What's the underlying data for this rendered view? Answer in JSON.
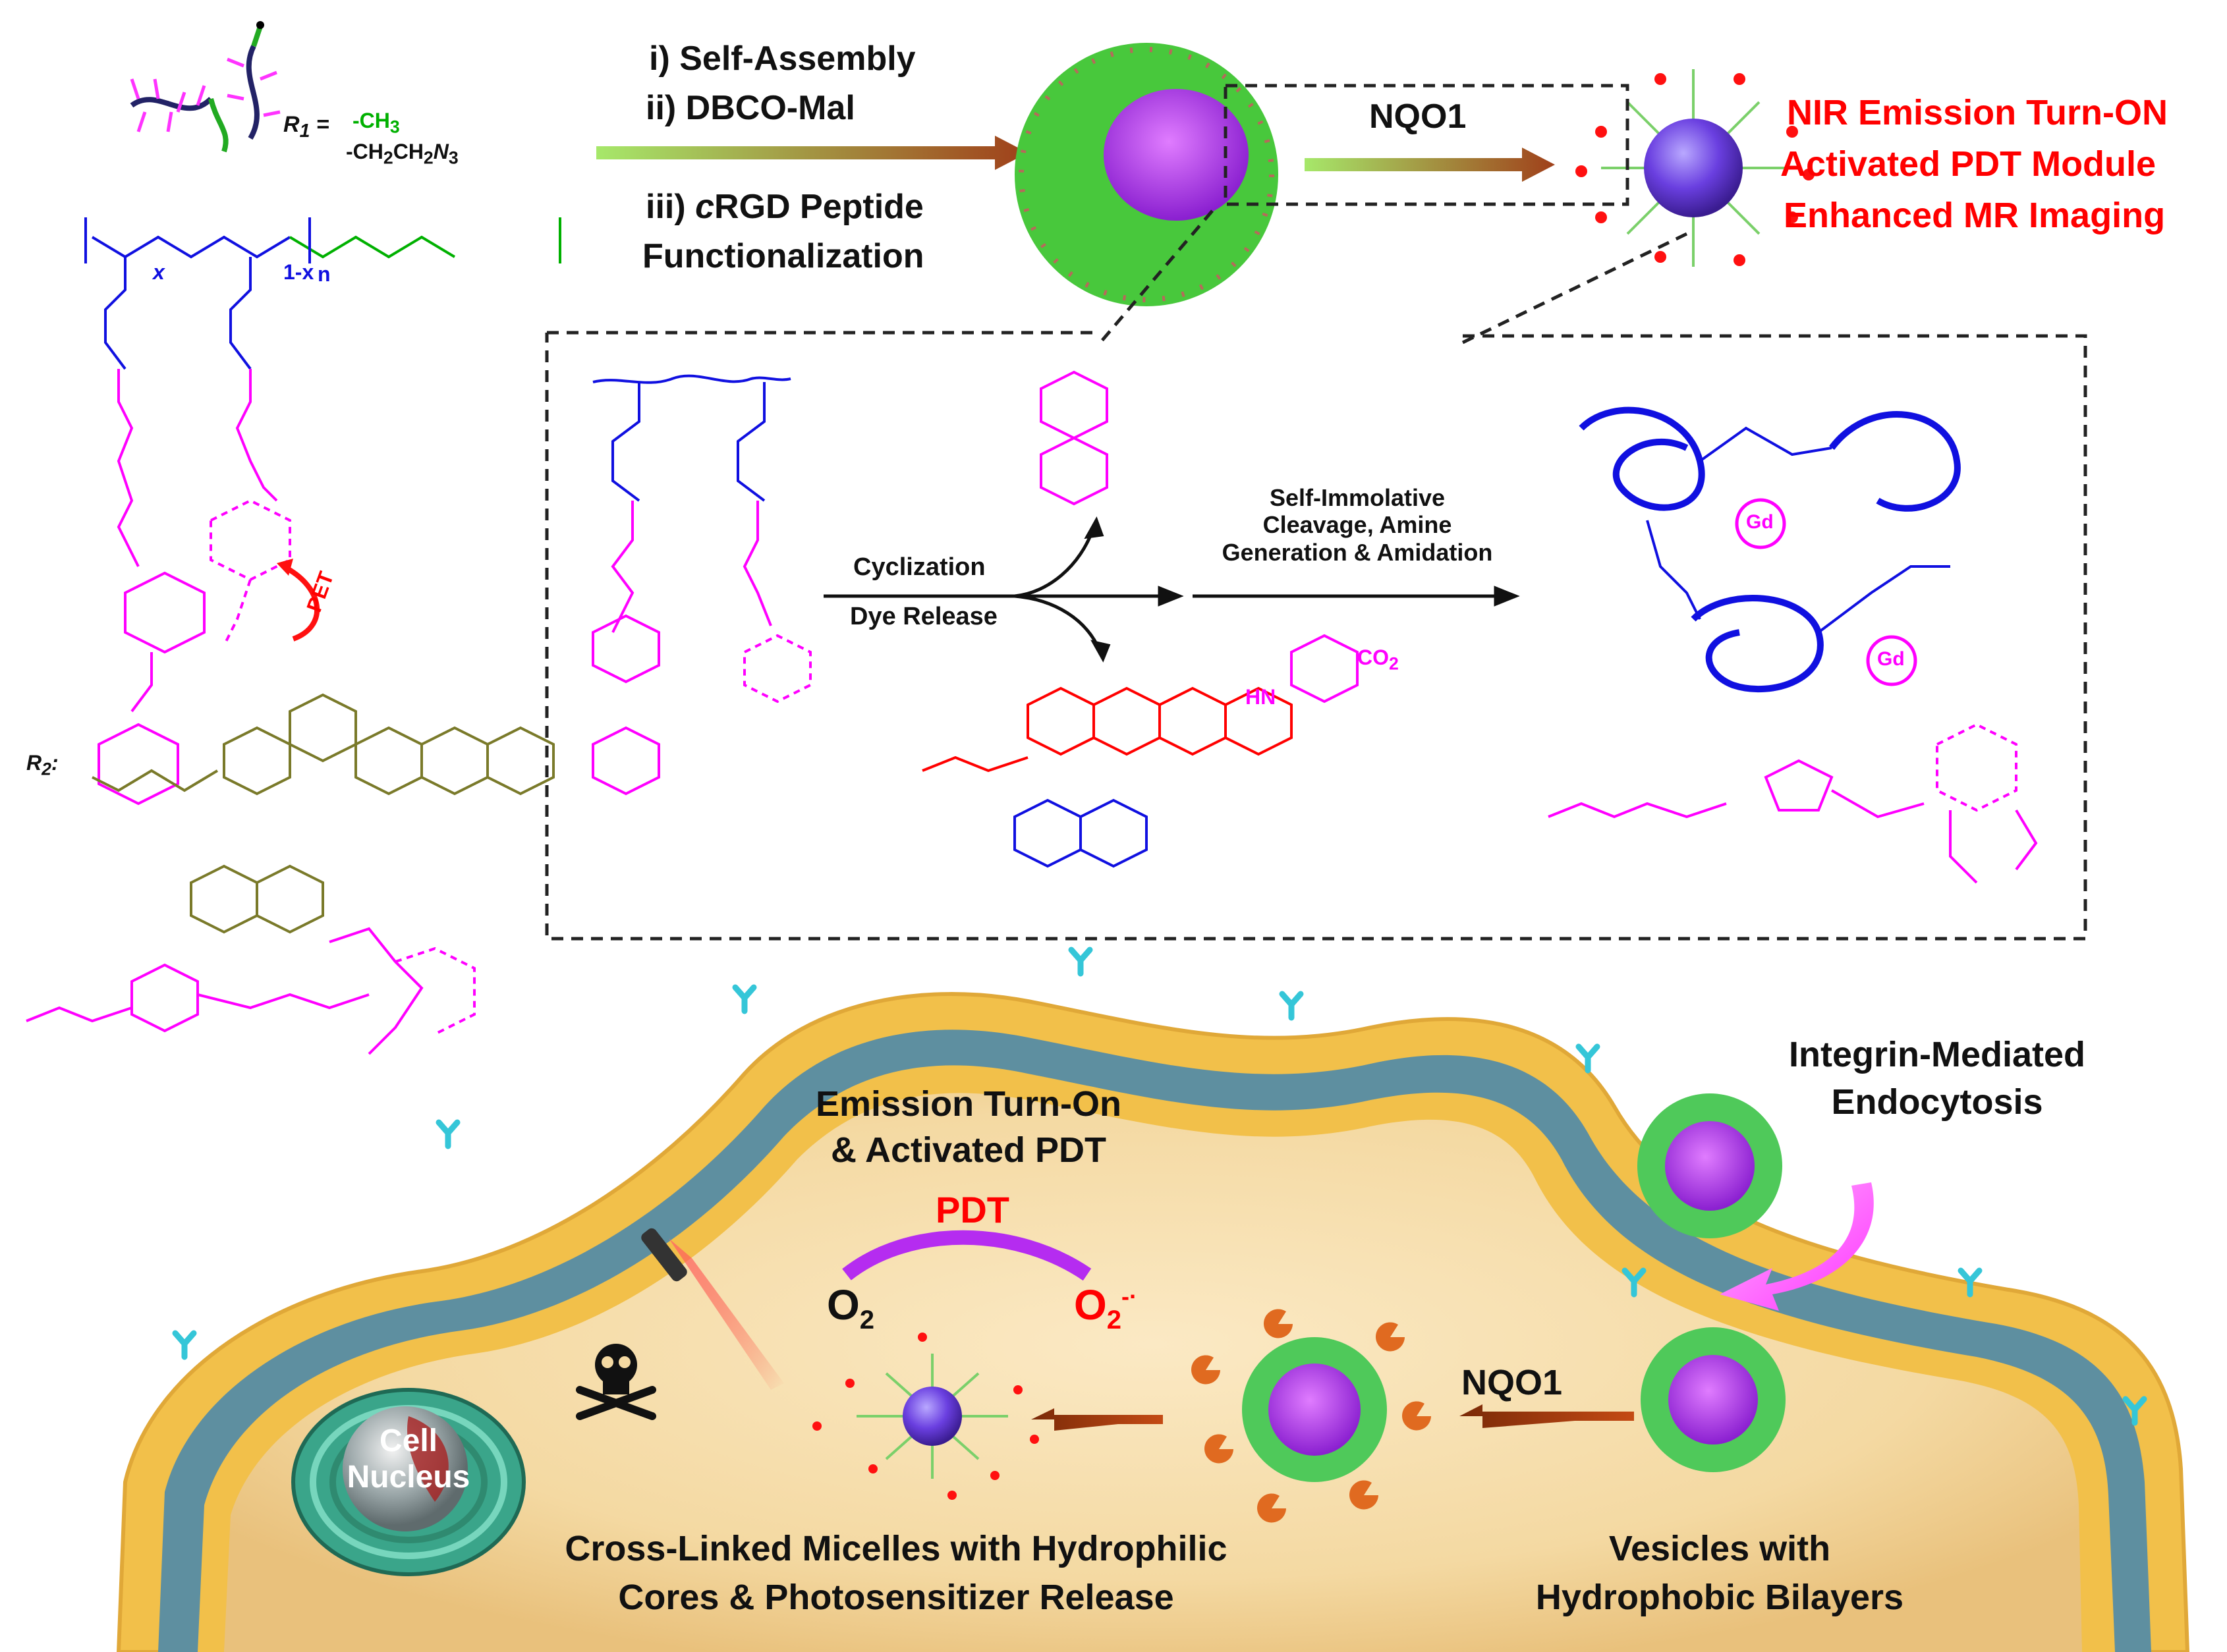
{
  "steps": {
    "s1": "i) Self-Assembly",
    "s2": "ii) DBCO-Mal",
    "s3a": "iii) ",
    "s3b": "c",
    "s3c": "RGD Peptide",
    "s4": "Functionalization"
  },
  "nqo1_top": "NQO1",
  "outcomes": [
    "NIR Emission Turn-ON",
    "Activated PDT Module",
    "Enhanced MR Imaging"
  ],
  "r1": {
    "label": "R",
    "sub": "1",
    "eq": " =",
    "opt1": "-CH",
    "opt1_sub": "3",
    "opt2": "-CH",
    "opt2_sub": "2",
    "opt2b": "CH",
    "opt2b_sub": "2",
    "opt2c": "N",
    "opt2c_sub": "3"
  },
  "r2_label": "R",
  "r2_sub": "2",
  "r2_colon": ":",
  "polymer": {
    "x": "x",
    "one_minus_x": "1-x",
    "n": "n",
    "pet": "PET"
  },
  "mechanism": {
    "cyclization": "Cyclization",
    "dye_release": "Dye Release",
    "self_imm_1": "Self-Immolative",
    "self_imm_2": "Cleavage, Amine",
    "self_imm_3": "Generation & Amidation",
    "gd": "Gd",
    "co2": "CO",
    "co2_sub": "2",
    "hn": "HN"
  },
  "cell": {
    "emission_1": "Emission Turn-On",
    "emission_2": "& Activated PDT",
    "pdt": "PDT",
    "o2": "O",
    "o2_sub": "2",
    "superoxide": "O",
    "superoxide_sub": "2",
    "superoxide_sup": "-·",
    "integrin_1": "Integrin-Mediated",
    "integrin_2": "Endocytosis",
    "nqo1": "NQO1",
    "nucleus_1": "Cell",
    "nucleus_2": "Nucleus",
    "crosslinked_1": "Cross-Linked Micelles with Hydrophilic",
    "crosslinked_2": "Cores & Photosensitizer Release",
    "vesicles_1": "Vesicles with",
    "vesicles_2": "Hydrophobic Bilayers"
  },
  "colors": {
    "red_text": "#ff0000",
    "magenta": "#ff00ff",
    "blue": "#1010e0",
    "green": "#00b000",
    "olive": "#7a7a2a",
    "membrane": "#f2c04a",
    "cytoplasm": "#f4d9a2"
  }
}
